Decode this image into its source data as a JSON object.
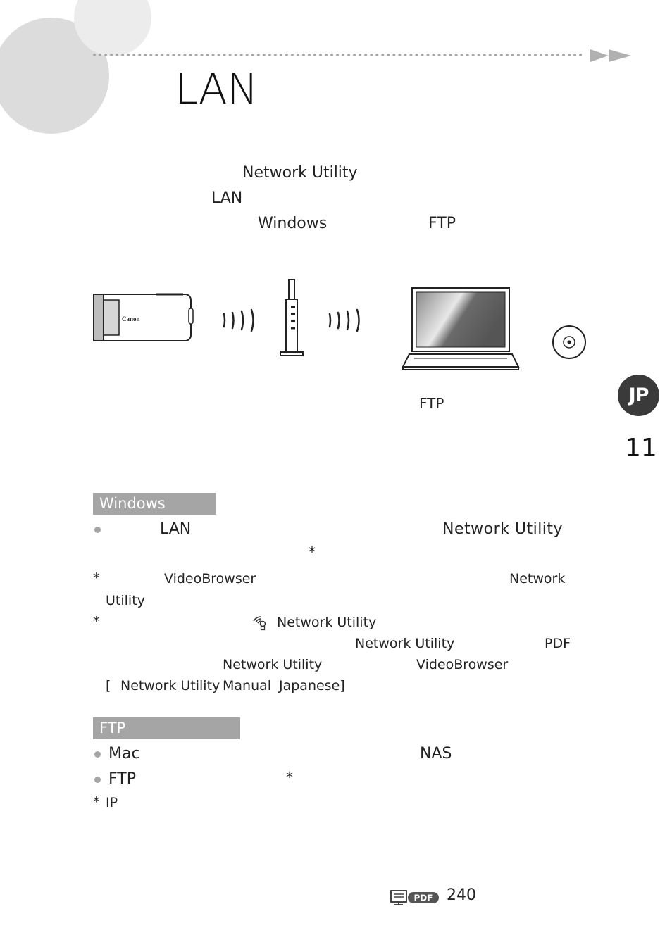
{
  "header": {
    "title": "LAN"
  },
  "intro": {
    "line1": "Network Utility",
    "line2": "LAN",
    "line3a": "Windows",
    "line3b": "FTP"
  },
  "diagram": {
    "camera_brand": "Canon",
    "ftp_caption": "FTP"
  },
  "side_tab": {
    "label": "JP",
    "page": "11"
  },
  "section_windows": {
    "heading": "Windows",
    "b1_lan": "LAN",
    "b1_app": "Network Utility",
    "b1_asterisk": "*",
    "n1_star": "*",
    "n1_vb": "VideoBrowser",
    "n1_net": "Network",
    "n1_util": "Utility",
    "n2_star": "*",
    "n2_app": "Network Utility",
    "n2_app2": "Network Utility",
    "n2_pdf": "PDF",
    "n2_app3": "Network Utility",
    "n2_vb": "VideoBrowser",
    "n2_path_open": "[",
    "n2_path_1": "Network Utility",
    "n2_path_2": "Manual",
    "n2_path_3": "Japanese]"
  },
  "section_ftp": {
    "heading": "FTP",
    "b1_mac": "Mac",
    "b1_nas": "NAS",
    "b2_ftp": "FTP",
    "b2_asterisk": "*",
    "n1_star": "*",
    "n1_ip": "IP"
  },
  "footer": {
    "pdf_label": "PDF",
    "page_ref": "240"
  },
  "colors": {
    "accent_gray": "#a5a5a5",
    "circle_gray": "#d9d9d9",
    "badge_dark": "#3a3a3a"
  }
}
